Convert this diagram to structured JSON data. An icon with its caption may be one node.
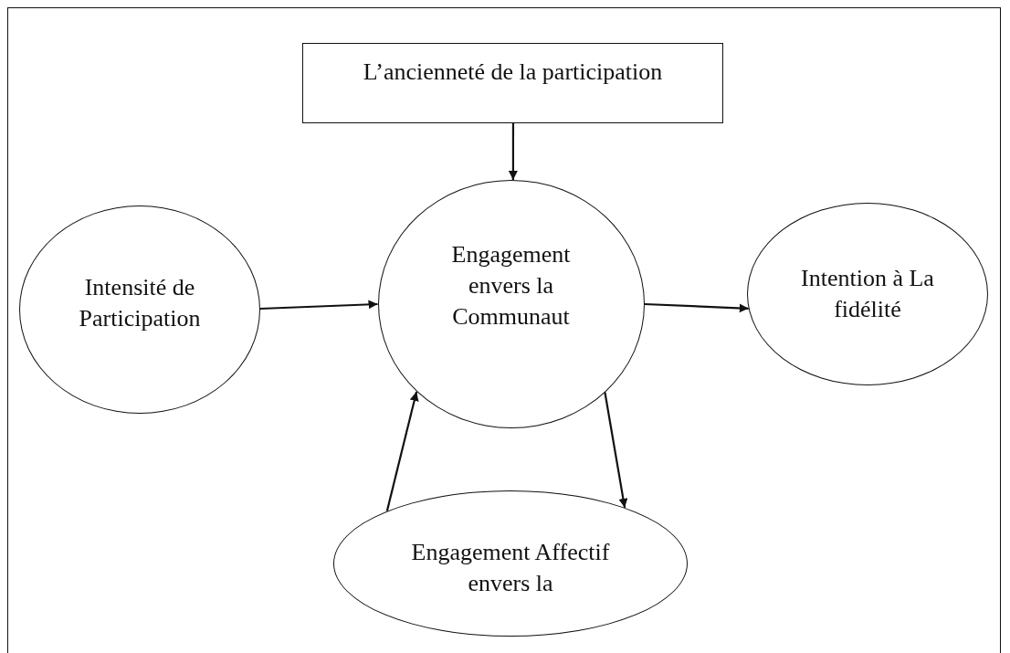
{
  "diagram": {
    "nodes": [
      {
        "text": [
          "L’ancienneté de la participation"
        ]
      },
      {
        "text": [
          "Intensité de Participation"
        ]
      },
      {
        "text": [
          "Engagement envers la Communaut"
        ]
      },
      {
        "text": [
          "Intention à La fidélité"
        ]
      },
      {
        "text": [
          "Engagement Affectif envers la"
        ]
      }
    ],
    "edges": [
      {
        "from": 0,
        "to": 2,
        "arrow": "to"
      },
      {
        "from": 1,
        "to": 2,
        "arrow": "to"
      },
      {
        "from": 2,
        "to": 3,
        "arrow": "to"
      },
      {
        "from": 4,
        "to": 2,
        "arrow": "to"
      },
      {
        "from": 2,
        "to": 4,
        "arrow": "to"
      }
    ]
  }
}
